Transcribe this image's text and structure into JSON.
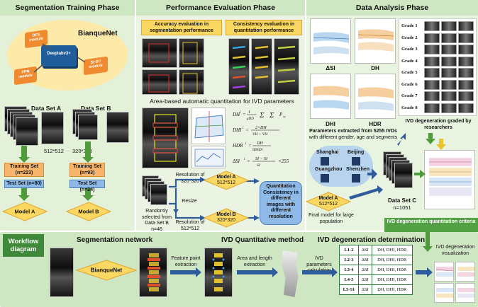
{
  "phases": {
    "training": "Segmentation Training Phase",
    "evaluation": "Performance Evaluation Phase",
    "analysis": "Data Analysis Phase"
  },
  "training": {
    "network_name": "BianqueNet",
    "modules": [
      "DFE module",
      "Deeplabv3+",
      "SI-SC module",
      "FPN module"
    ],
    "dataset_a": "Data Set A",
    "dataset_b": "Data Set B",
    "size_a": "512*512",
    "size_b": "320*320",
    "train_a": "Training Set (n=223)",
    "test_a": "Test Set (n=80)",
    "train_b": "Training Set (n=93)",
    "test_b": "Test Set (n=24)",
    "model_a": "Model A",
    "model_b": "Model B"
  },
  "evaluation": {
    "accuracy_title": "Accuracy evaluation in segmentation performance",
    "consistency_title": "Consistency evaluation in quantitation performance",
    "area_title": "Area-based automatic quantitation for IVD parameters",
    "formulas": [
      "DH^i = ...",
      "DHI^i = ...",
      "HDR^i = ...",
      "ΔSI^i = ..."
    ],
    "random_label": "Randomly selected from Data Set B n=46",
    "res_320": "Resolution of 320*320",
    "res_512": "Resolution of 512*512",
    "resize": "Resize",
    "model_a": "Model A",
    "model_a_size": "512*512",
    "model_b": "Model B",
    "model_b_size": "320*320",
    "consistency_box": "Quantitation Consistency in different images with different resolution"
  },
  "analysis": {
    "chart_labels": [
      "ΔSI",
      "DH",
      "DHI",
      "HDR"
    ],
    "grades": [
      "Grade 1",
      "Grade 2",
      "Grade 3",
      "Grade 4",
      "Grade 5",
      "Grade 6",
      "Grade 7",
      "Grade 8"
    ],
    "grade_caption": "IVD degeneration graded by researchers",
    "params_caption_bold": "Parameters extracted from 5255 IVDs",
    "params_caption": "with different gender, age and segments",
    "cities": [
      "Shanghai",
      "Beijing",
      "Guangzhou",
      "Shenzhen"
    ],
    "model_a": "Model A",
    "model_a_size": "512*512",
    "final_model": "Final model for large population",
    "dataset_c": "Data Set C",
    "dataset_c_n": "n=1051",
    "criteria": "IVD degeneration quantitation criteria"
  },
  "workflow": {
    "title": "Workflow diagram",
    "seg_network": "Segmentation network",
    "quant_method": "IVD Quantitative method",
    "degeneration_det": "IVD degeneration determination",
    "network_name": "BianqueNet",
    "feature_extraction": "Feature point extraction",
    "area_length": "Area and length extraction",
    "params_calc": "IVD parameters calculation",
    "visualization": "IVD degeneration visualization",
    "table": [
      [
        "L1-2",
        "ΔSI",
        "DH, DHI, HDR"
      ],
      [
        "L2-3",
        "ΔSI",
        "DH, DHI, HDR"
      ],
      [
        "L3-4",
        "ΔSI",
        "DH, DHI, HDR"
      ],
      [
        "L4-5",
        "ΔSI",
        "DH, DHI, HDR"
      ],
      [
        "L5-S1",
        "ΔSI",
        "DH, DHI, HDR"
      ]
    ]
  },
  "colors": {
    "training_bg": "#e4f1d9",
    "evaluation_bg": "#ebf4e2",
    "analysis_bg": "#e8f3e0",
    "workflow_bg": "#cfe6c2",
    "workflow_title_bg": "#3f8a3a",
    "arrow_green": "#4f9a3a",
    "arrow_blue": "#2e5c9a",
    "diamond_yellow": "#fbd862"
  }
}
